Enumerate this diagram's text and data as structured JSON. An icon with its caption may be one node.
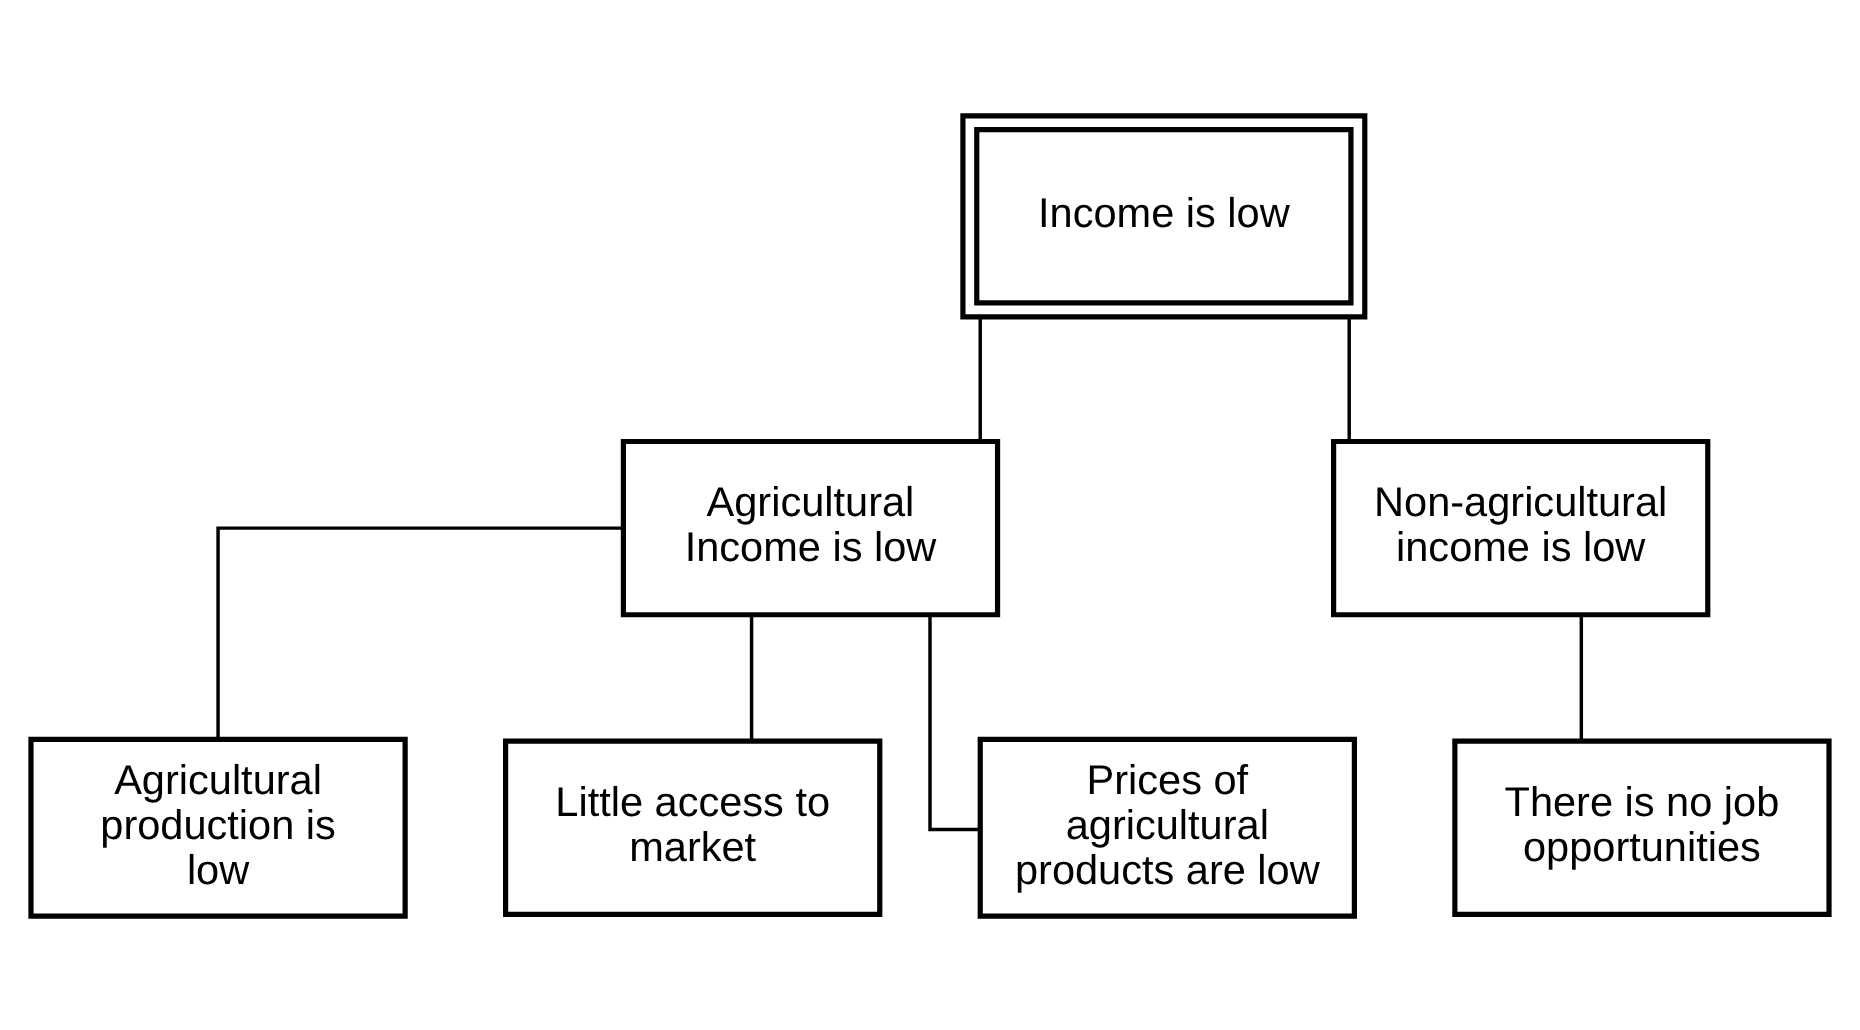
{
  "diagram": {
    "nodes": [
      {
        "text": [
          "Income is low"
        ]
      },
      {
        "text": [
          "Agricultural Income is low"
        ]
      },
      {
        "text": [
          "Non-agricultural income is low"
        ]
      },
      {
        "text": [
          "Agricultural production is low"
        ]
      },
      {
        "text": [
          "Little access to market"
        ]
      },
      {
        "text": [
          "Prices of agricultural products are low"
        ]
      },
      {
        "text": [
          "There is no job opportunities"
        ]
      }
    ],
    "edges": [
      {
        "from": 0,
        "to": 1,
        "arrow": "none"
      },
      {
        "from": 0,
        "to": 2,
        "arrow": "none"
      },
      {
        "from": 1,
        "to": 3,
        "arrow": "none"
      },
      {
        "from": 1,
        "to": 4,
        "arrow": "none"
      },
      {
        "from": 1,
        "to": 5,
        "arrow": "none"
      },
      {
        "from": 2,
        "to": 6,
        "arrow": "none"
      }
    ]
  }
}
